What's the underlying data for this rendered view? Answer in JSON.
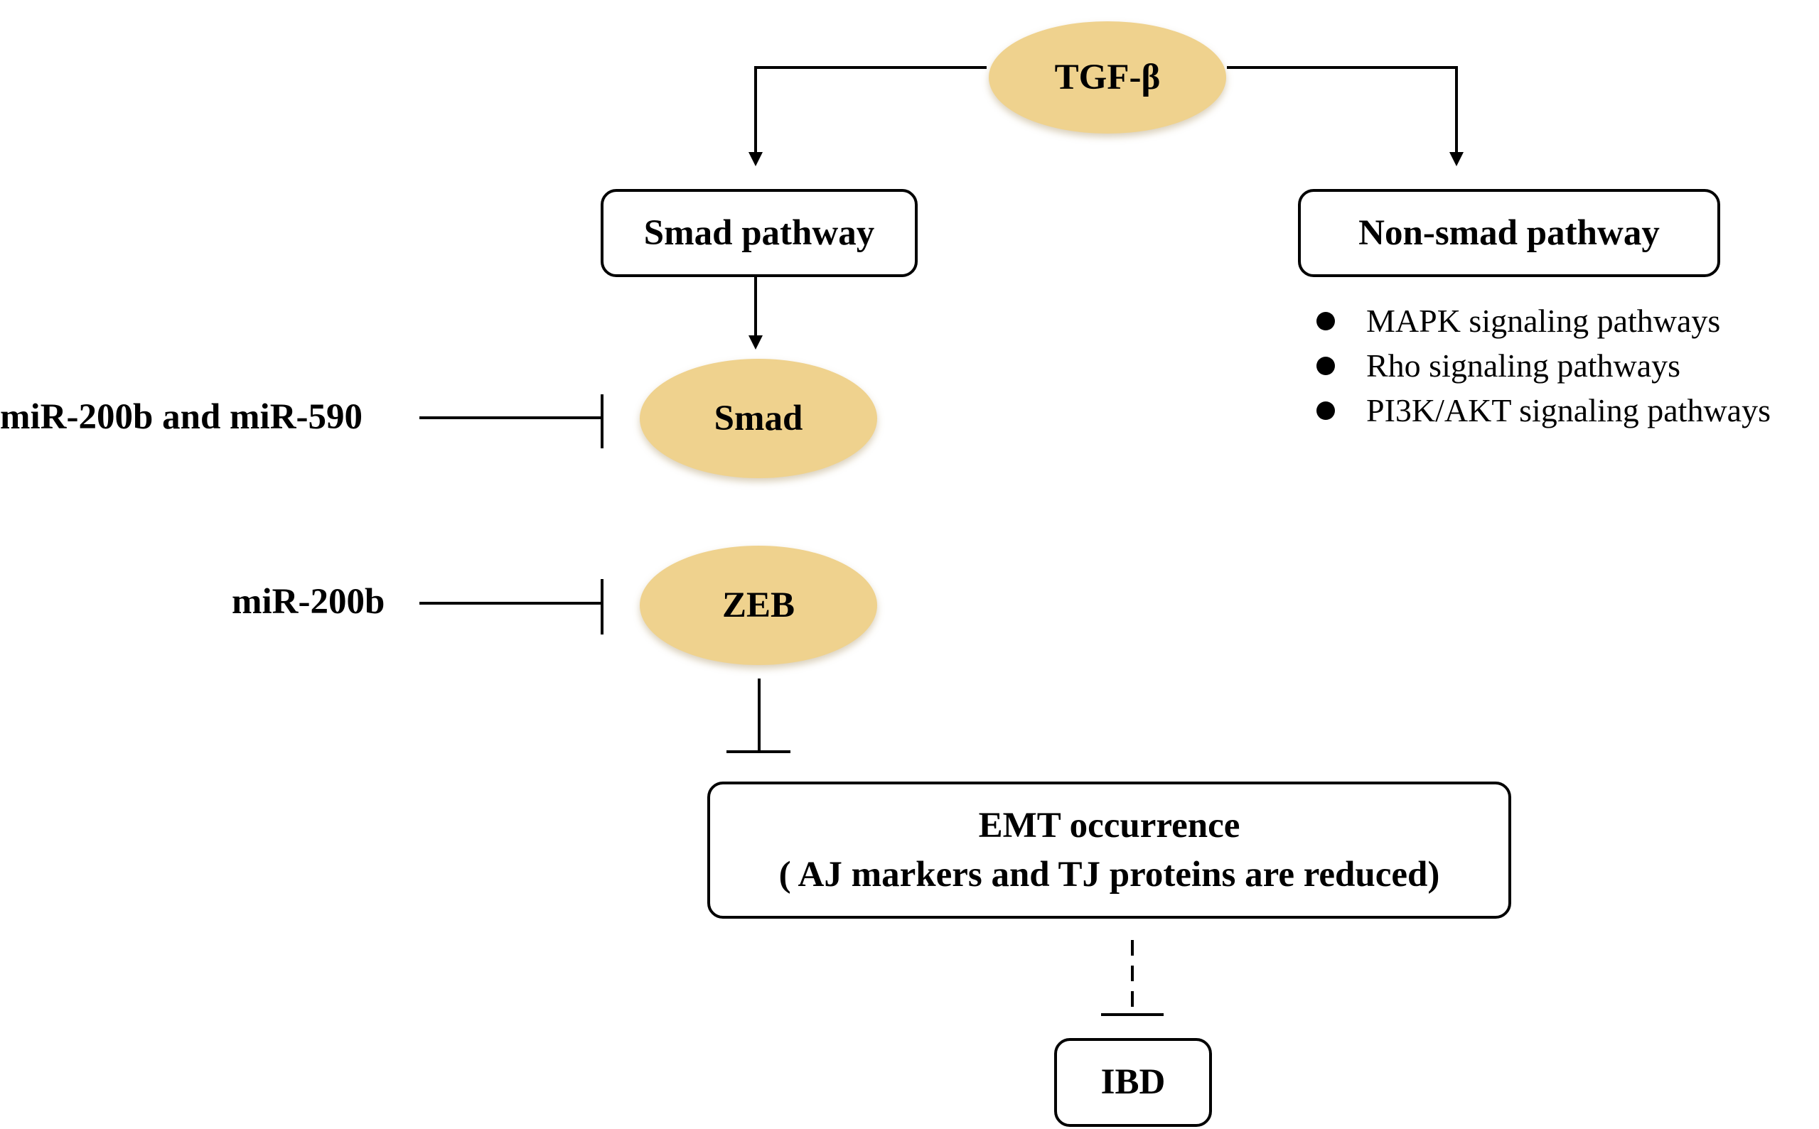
{
  "colors": {
    "oval_fill": "#efd28e",
    "line": "#000000",
    "box_border": "#000000"
  },
  "nodes": {
    "tgf": "TGF-β",
    "smad_pathway": "Smad pathway",
    "non_smad_pathway": "Non-smad pathway",
    "smad": "Smad",
    "zeb": "ZEB",
    "emt_title": "EMT occurrence",
    "emt_subtitle": "( AJ markers and TJ proteins are reduced)",
    "ibd": "IBD"
  },
  "non_smad_items": [
    "MAPK signaling pathways",
    "Rho signaling pathways",
    "PI3K/AKT signaling pathways"
  ],
  "inhibitors": {
    "smad": "miR-200b and miR-590",
    "zeb": "miR-200b"
  },
  "edges": [
    {
      "from": "tgf",
      "to": "smad_pathway",
      "type": "activation"
    },
    {
      "from": "tgf",
      "to": "non_smad_pathway",
      "type": "activation"
    },
    {
      "from": "smad_pathway",
      "to": "smad",
      "type": "activation"
    },
    {
      "from": "inhibitors.smad",
      "to": "smad",
      "type": "inhibition"
    },
    {
      "from": "inhibitors.zeb",
      "to": "zeb",
      "type": "inhibition"
    },
    {
      "from": "zeb",
      "to": "emt",
      "type": "inhibition"
    },
    {
      "from": "emt",
      "to": "ibd",
      "type": "inhibition",
      "style": "dashed"
    }
  ]
}
